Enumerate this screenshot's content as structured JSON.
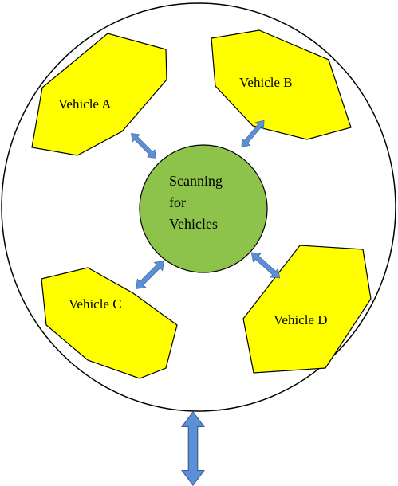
{
  "diagram": {
    "hub": {
      "lines": [
        "Scanning",
        "for",
        "Vehicles"
      ]
    },
    "vehicles": [
      {
        "label": "Vehicle A"
      },
      {
        "label": "Vehicle B"
      },
      {
        "label": "Vehicle C"
      },
      {
        "label": "Vehicle D"
      }
    ]
  },
  "colors": {
    "vehicle_fill": "#ffff00",
    "hub_fill": "#8dc34a",
    "arrow_fill": "#5b8fd6",
    "outline": "#000000"
  }
}
